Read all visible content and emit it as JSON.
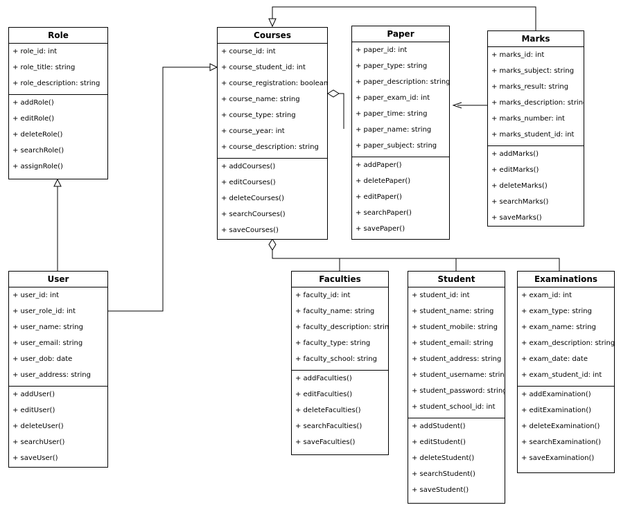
{
  "classes": {
    "role": {
      "name": "Role",
      "attributes": [
        "+ role_id: int",
        "+ role_title: string",
        "+ role_description: string"
      ],
      "methods": [
        "+ addRole()",
        "+ editRole()",
        "+ deleteRole()",
        "+ searchRole()",
        "+ assignRole()"
      ]
    },
    "user": {
      "name": "User",
      "attributes": [
        "+ user_id: int",
        "+ user_role_id: int",
        "+ user_name: string",
        "+ user_email: string",
        "+ user_dob: date",
        "+ user_address: string"
      ],
      "methods": [
        "+ addUser()",
        "+ editUser()",
        "+ deleteUser()",
        "+ searchUser()",
        "+ saveUser()"
      ]
    },
    "courses": {
      "name": "Courses",
      "attributes": [
        "+ course_id: int",
        "+ course_student_id: int",
        "+ course_registration: boolean",
        "+ course_name: string",
        "+ course_type: string",
        "+ course_year: int",
        "+ course_description: string"
      ],
      "methods": [
        "+ addCourses()",
        "+ editCourses()",
        "+ deleteCourses()",
        "+ searchCourses()",
        "+ saveCourses()"
      ]
    },
    "paper": {
      "name": "Paper",
      "attributes": [
        "+ paper_id: int",
        "+ paper_type: string",
        "+ paper_description: string",
        "+ paper_exam_id: int",
        "+ paper_time: string",
        "+ paper_name: string",
        "+ paper_subject: string"
      ],
      "methods": [
        "+ addPaper()",
        "+ deletePaper()",
        "+ editPaper()",
        "+ searchPaper()",
        "+ savePaper()"
      ]
    },
    "marks": {
      "name": "Marks",
      "attributes": [
        "+ marks_id: int",
        "+ marks_subject: string",
        "+ marks_result: string",
        "+ marks_description: string",
        "+ marks_number: int",
        "+ marks_student_id: int"
      ],
      "methods": [
        "+ addMarks()",
        "+ editMarks()",
        "+ deleteMarks()",
        "+ searchMarks()",
        "+ saveMarks()"
      ]
    },
    "faculties": {
      "name": "Faculties",
      "attributes": [
        "+ faculty_id: int",
        "+ faculty_name: string",
        "+ faculty_description: string",
        "+ faculty_type: string",
        "+ faculty_school: string"
      ],
      "methods": [
        "+ addFaculties()",
        "+ editFaculties()",
        "+ deleteFaculties()",
        "+ searchFaculties()",
        "+ saveFaculties()"
      ]
    },
    "student": {
      "name": "Student",
      "attributes": [
        "+ student_id: int",
        "+ student_name: string",
        "+ student_mobile: string",
        "+ student_email: string",
        "+ student_address: string",
        "+ student_username: string",
        "+ student_password: string",
        "+ student_school_id: int"
      ],
      "methods": [
        "+ addStudent()",
        "+ editStudent()",
        "+ deleteStudent()",
        "+ searchStudent()",
        "+ saveStudent()"
      ]
    },
    "examinations": {
      "name": "Examinations",
      "attributes": [
        "+ exam_id: int",
        "+ exam_type: string",
        "+ exam_name: string",
        "+ exam_description: string",
        "+ exam_date: date",
        "+ exam_student_id: int"
      ],
      "methods": [
        "+ addExamination()",
        "+ editExamination()",
        "+ deleteExamination()",
        "+ searchExamination()",
        "+ saveExamination()"
      ]
    }
  },
  "relationships": [
    {
      "from": "User",
      "to": "Role",
      "kind": "generalization"
    },
    {
      "from": "User",
      "to": "Courses",
      "kind": "generalization"
    },
    {
      "from": "Marks",
      "to": "Courses",
      "kind": "generalization"
    },
    {
      "from": "Paper",
      "to": "Courses",
      "kind": "aggregation"
    },
    {
      "from": "Marks",
      "to": "Paper",
      "kind": "association"
    },
    {
      "from": "Faculties",
      "to": "Courses",
      "kind": "aggregation"
    },
    {
      "from": "Student",
      "to": "Courses",
      "kind": "aggregation"
    },
    {
      "from": "Examinations",
      "to": "Courses",
      "kind": "aggregation"
    }
  ],
  "colors": {
    "line": "#000000",
    "box_fill": "#ffffff",
    "text": "#000000"
  }
}
